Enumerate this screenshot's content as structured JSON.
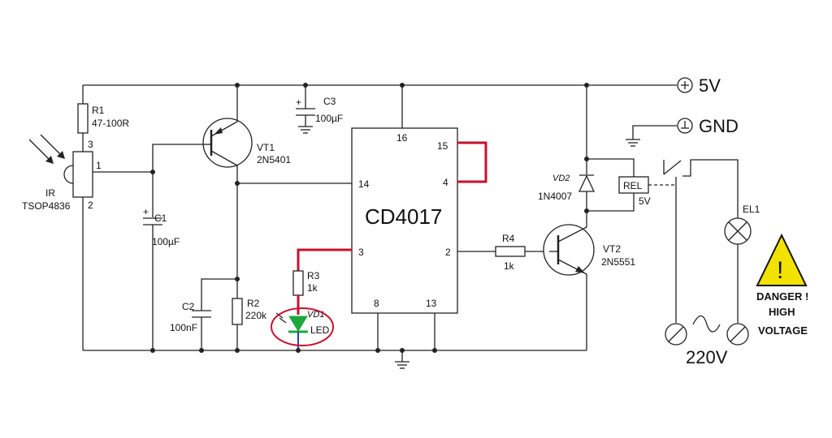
{
  "labels": {
    "supply": "5V",
    "ground": "GND",
    "ic": "CD4017",
    "r1_ref": "R1",
    "r1_val": "47-100R",
    "ir_ref": "IR",
    "ir_part": "TSOP4836",
    "ir_pin3": "3",
    "ir_pin1": "1",
    "ir_pin2": "2",
    "vt1_ref": "VT1",
    "vt1_part": "2N5401",
    "c3_ref": "C3",
    "c3_val": "100µF",
    "c1_ref": "C1",
    "c1_val": "100µF",
    "c2_ref": "C2",
    "c2_val": "100nF",
    "r2_ref": "R2",
    "r2_val": "220k",
    "r3_ref": "R3",
    "r3_val": "1k",
    "vd1_ref": "VD1",
    "led_label": "LED",
    "pin16": "16",
    "pin15": "15",
    "pin14": "14",
    "pin4": "4",
    "pin3": "3",
    "pin2": "2",
    "pin8": "8",
    "pin13": "13",
    "r4_ref": "R4",
    "r4_val": "1k",
    "vt2_ref": "VT2",
    "vt2_part": "2N5551",
    "vd2_ref": "VD2",
    "vd2_part": "1N4007",
    "rel_ref": "REL",
    "rel_val": "5V",
    "el1_ref": "EL1",
    "mains": "220V",
    "danger_line1": "DANGER !",
    "danger_line2": "HIGH",
    "danger_line3": "VOLTAGE",
    "danger_mark": "!",
    "plus_mark": "+"
  },
  "colors": {
    "wire": "#222222",
    "highlight_red": "#c8102e",
    "led_green": "#1ea83c",
    "warning_yellow": "#f2e200",
    "led_wire_blue": "#2a3fb0"
  }
}
